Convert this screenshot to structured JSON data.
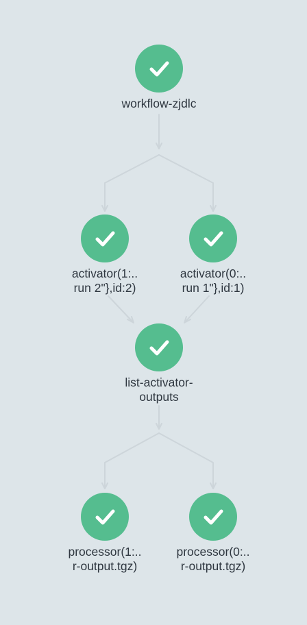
{
  "colors": {
    "background": "#dde5e9",
    "node_success": "#55bd8f",
    "edge": "#cdd5da",
    "label_text": "#2f3740"
  },
  "nodes": {
    "root": {
      "lines": [
        "workflow-zjdlc"
      ],
      "status": "succeeded",
      "icon": "check-icon"
    },
    "activator1": {
      "lines": [
        "activator(1:..",
        "run 2\"},id:2)"
      ],
      "status": "succeeded",
      "icon": "check-icon"
    },
    "activator0": {
      "lines": [
        "activator(0:..",
        "run 1\"},id:1)"
      ],
      "status": "succeeded",
      "icon": "check-icon"
    },
    "list_outputs": {
      "lines": [
        "list-activator-",
        "outputs"
      ],
      "status": "succeeded",
      "icon": "check-icon"
    },
    "processor1": {
      "lines": [
        "processor(1:..",
        "r-output.tgz)"
      ],
      "status": "succeeded",
      "icon": "check-icon"
    },
    "processor0": {
      "lines": [
        "processor(0:..",
        "r-output.tgz)"
      ],
      "status": "succeeded",
      "icon": "check-icon"
    }
  }
}
